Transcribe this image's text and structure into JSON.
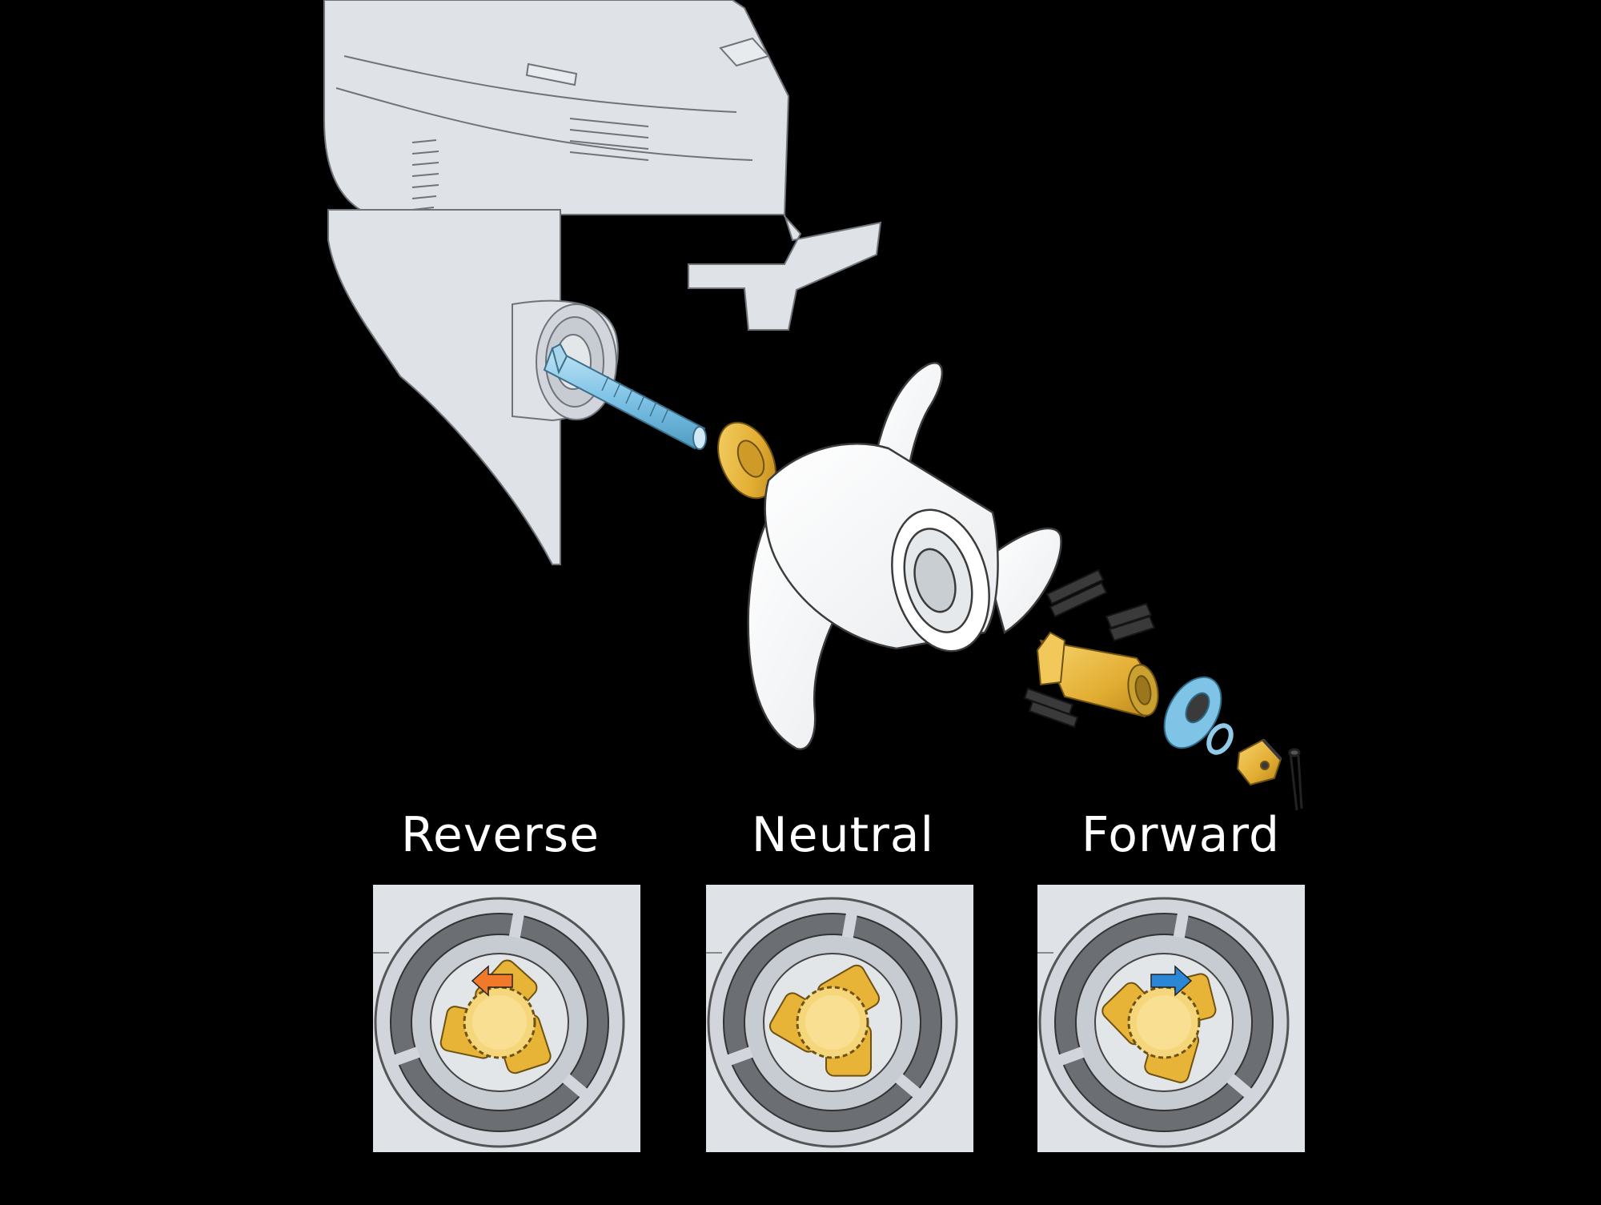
{
  "panels": [
    {
      "key": "reverse",
      "label": "Reverse",
      "arrow": "left-arrow",
      "arrow_color": "#f07a2a"
    },
    {
      "key": "neutral",
      "label": "Neutral",
      "arrow": null,
      "arrow_color": null
    },
    {
      "key": "forward",
      "label": "Forward",
      "arrow": "right-arrow",
      "arrow_color": "#2c86d6"
    }
  ],
  "colors": {
    "background": "#000000",
    "housing": "#dfe3e8",
    "outline": "#6f747a",
    "shaft": "#7fc3e6",
    "hub_brass": "#e8b437",
    "bushing_dark": "#3a3a3a",
    "label_text": "#ffffff"
  }
}
